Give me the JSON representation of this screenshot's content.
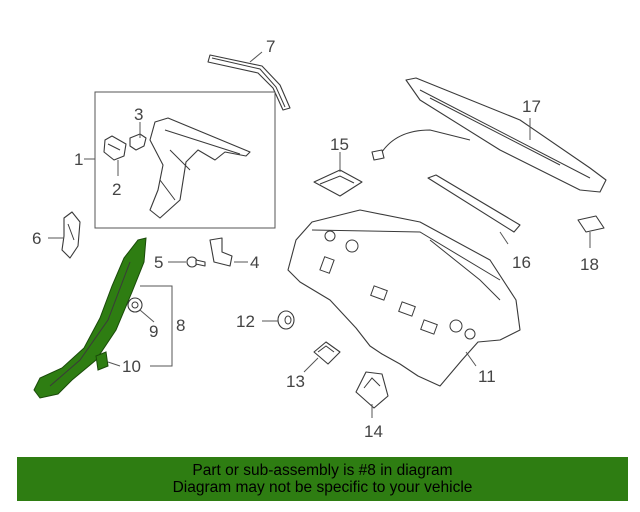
{
  "diagram": {
    "callouts": {
      "c1": "1",
      "c2": "2",
      "c3": "3",
      "c4": "4",
      "c5": "5",
      "c6": "6",
      "c7": "7",
      "c8": "8",
      "c9": "9",
      "c10": "10",
      "c11": "11",
      "c12": "12",
      "c13": "13",
      "c14": "14",
      "c15": "15",
      "c16": "16",
      "c17": "17",
      "c18": "18"
    },
    "highlight_color": "#2e7d12"
  },
  "banner": {
    "line1": "Part or sub-assembly is #8 in diagram",
    "line2": "Diagram may not be specific to your vehicle"
  }
}
